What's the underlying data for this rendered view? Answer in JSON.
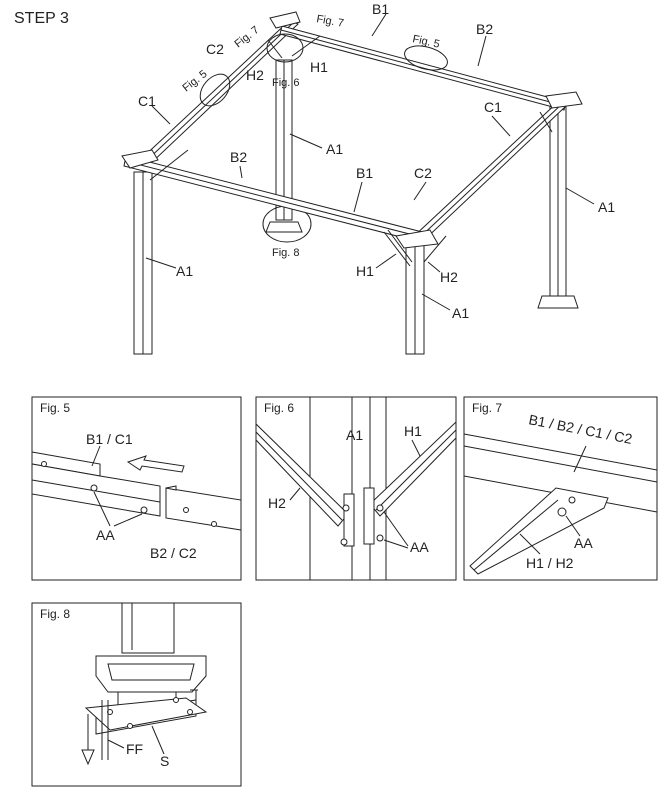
{
  "step_title": "STEP 3",
  "main": {
    "labels": {
      "b1_top": "B1",
      "b2_top": "B2",
      "fig7_ref": "Fig. 7",
      "fig7_ref_b": "Fig. 7",
      "c2_top": "C2",
      "fig5_ref_left": "Fig. 5",
      "fig5_ref_right": "Fig. 5",
      "h2_top": "H2",
      "h1_top": "H1",
      "fig6_ref": "Fig. 6",
      "c1_left": "C1",
      "c1_right": "C1",
      "a1_center": "A1",
      "b2_left": "B2",
      "b1_front": "B1",
      "c2_front": "C2",
      "a1_right": "A1",
      "fig8_ref": "Fig. 8",
      "a1_left": "A1",
      "h1_front": "H1",
      "h2_front": "H2",
      "a1_front": "A1"
    }
  },
  "fig5": {
    "title": "Fig. 5",
    "beam_top": "B1 / C1",
    "fastener": "AA",
    "beam_side": "B2 / C2"
  },
  "fig6": {
    "title": "Fig. 6",
    "post": "A1",
    "brace_right": "H1",
    "brace_left": "H2",
    "fastener": "AA"
  },
  "fig7": {
    "title": "Fig. 7",
    "beams": "B1 / B2 / C1 / C2",
    "fastener": "AA",
    "brace": "H1 / H2"
  },
  "fig8": {
    "title": "Fig. 8",
    "stake": "FF",
    "base": "S"
  }
}
